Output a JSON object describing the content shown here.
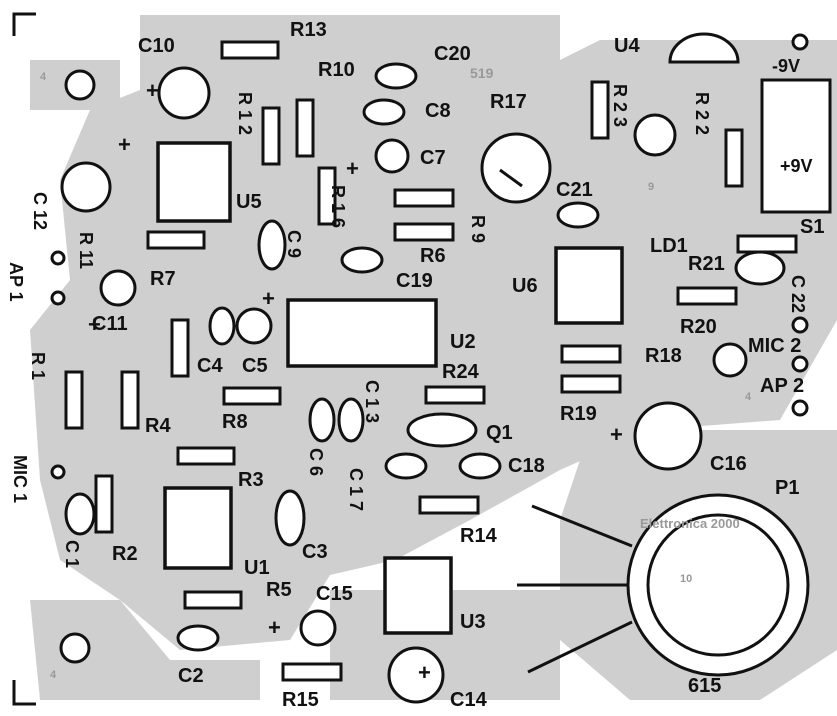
{
  "board": {
    "code_label": "615",
    "marker_top": "519",
    "marker_right": "Elettronica 2000",
    "marker_numbers": [
      "4",
      "9",
      "10",
      "4",
      "4"
    ]
  },
  "power": {
    "minus": "-9V",
    "plus": "+9V"
  },
  "switch_label": "S1",
  "led_label": "LD1",
  "pot_label": "P1",
  "connectors": {
    "ap1": "AP 1",
    "mic1": "MIC 1",
    "mic2": "MIC 2",
    "ap2": "AP 2"
  },
  "ics": {
    "u1": "U1",
    "u2": "U2",
    "u3": "U3",
    "u4": "U4",
    "u5": "U5",
    "u6": "U6"
  },
  "transistor": "Q1",
  "resistors": {
    "r1": "R 1",
    "r2": "R2",
    "r3": "R3",
    "r4": "R4",
    "r5": "R5",
    "r6": "R6",
    "r7": "R7",
    "r8": "R8",
    "r9": "R 9",
    "r10": "R10",
    "r11": "R 11",
    "r12": "R 1 2",
    "r13": "R13",
    "r14": "R14",
    "r15": "R15",
    "r16": "R 1 6",
    "r17": "R17",
    "r18": "R18",
    "r19": "R19",
    "r20": "R20",
    "r21": "R21",
    "r22": "R 2 2",
    "r23": "R 2 3",
    "r24": "R24"
  },
  "capacitors": {
    "c1": "C 1",
    "c2": "C2",
    "c3": "C3",
    "c4": "C4",
    "c5": "C5",
    "c6": "C 6",
    "c7": "C7",
    "c8": "C8",
    "c9": "C 9",
    "c10": "C10",
    "c11": "C11",
    "c12": "C 12",
    "c13": "C 1 3",
    "c14": "C14",
    "c15": "C15",
    "c16": "C16",
    "c17": "C 1 7",
    "c18": "C18",
    "c19": "C19",
    "c20": "C20",
    "c21": "C21",
    "c22": "C 22"
  },
  "polarity": "+"
}
